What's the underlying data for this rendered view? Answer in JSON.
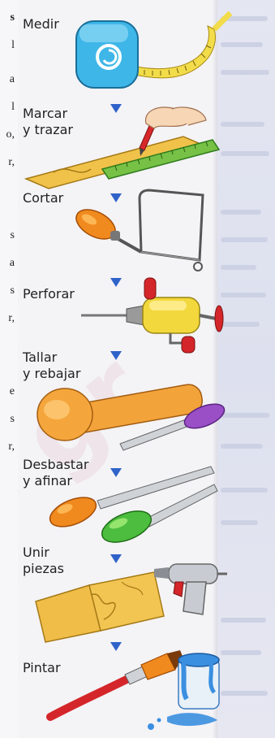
{
  "left_fragments": [
    {
      "text": "s",
      "bold": true
    },
    {
      "text": "l"
    },
    {
      "text": "a"
    },
    {
      "text": "l"
    },
    {
      "text": "o,"
    },
    {
      "text": "r,"
    },
    {
      "text": "s"
    },
    {
      "text": "a"
    },
    {
      "text": "s"
    },
    {
      "text": "r,"
    },
    {
      "text": "e"
    },
    {
      "text": "s"
    },
    {
      "text": "r,"
    }
  ],
  "watermark": "gr",
  "colors": {
    "arrow": "#2f63c9",
    "text": "#1a1a1a",
    "page": "#f4f3f6"
  },
  "steps": [
    {
      "label": "Medir",
      "icon": "tape-measure-icon"
    },
    {
      "label": "Marcar\ny trazar",
      "icon": "ruler-and-pencil-icon"
    },
    {
      "label": "Cortar",
      "icon": "coping-saw-icon"
    },
    {
      "label": "Perforar",
      "icon": "hand-drill-icon"
    },
    {
      "label": "Tallar\ny rebajar",
      "icon": "mallet-and-chisel-icon"
    },
    {
      "label": "Desbastar\ny afinar",
      "icon": "files-icon"
    },
    {
      "label": "Unir\npiezas",
      "icon": "glue-gun-and-puzzle-joint-icon"
    },
    {
      "label": "Pintar",
      "icon": "paintbrush-and-paint-can-icon"
    }
  ]
}
